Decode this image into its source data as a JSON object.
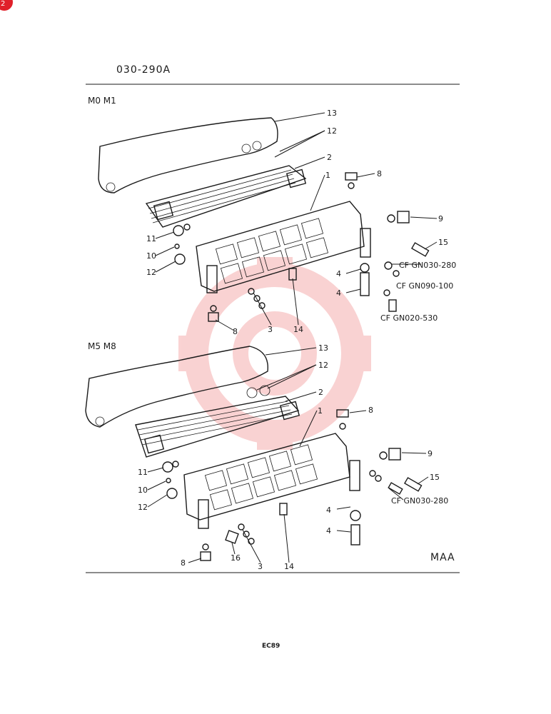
{
  "header": {
    "code": "030-290A"
  },
  "sections": [
    {
      "title": "M0 M1",
      "callouts": [
        "13",
        "12",
        "2",
        "1",
        "8",
        "9",
        "15",
        "11",
        "10",
        "12",
        "4",
        "4",
        "3",
        "14",
        "8"
      ],
      "refs": [
        "CF GN030-280",
        "CF GN090-100",
        "CF GN020-530"
      ]
    },
    {
      "title": "M5 M8",
      "callouts": [
        "13",
        "12",
        "2",
        "1",
        "8",
        "9",
        "15",
        "11",
        "10",
        "12",
        "4",
        "4",
        "16",
        "3",
        "14",
        "8"
      ],
      "refs": [
        "CF GN030-280"
      ]
    }
  ],
  "footer": {
    "code": "MAA",
    "page": "EC89"
  },
  "badge": {
    "color": "#e0202a"
  },
  "colors": {
    "ink": "#1a1a1a",
    "watermark": "#f08080"
  }
}
